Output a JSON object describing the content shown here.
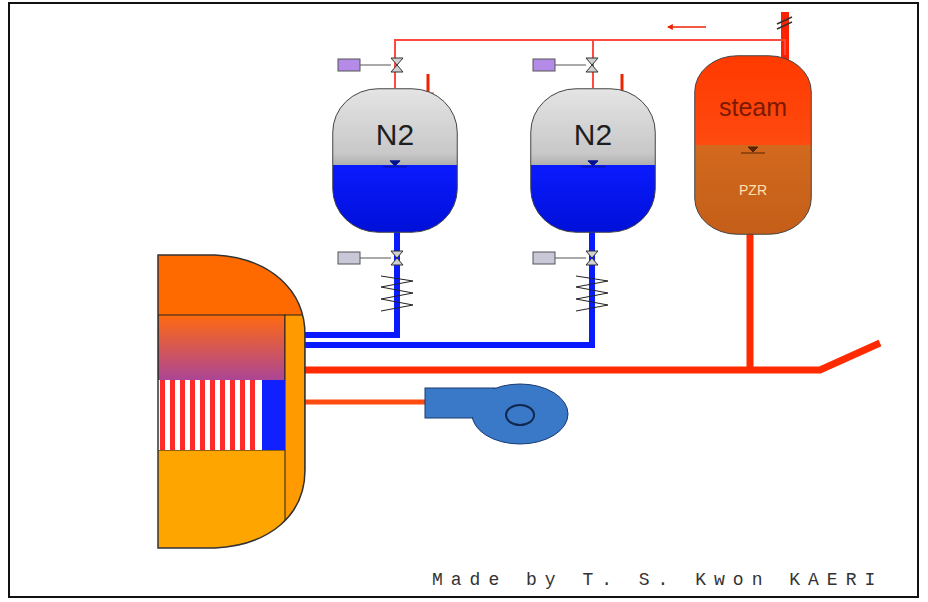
{
  "diagram": {
    "nodes": [
      {
        "text": [
          "N2"
        ]
      },
      {
        "text": [
          "N2"
        ]
      },
      {
        "text": [
          "steam",
          "PZR"
        ]
      }
    ],
    "edges": [
      {
        "from": 2,
        "to": 0,
        "arrow": "none"
      },
      {
        "from": 2,
        "to": 1,
        "arrow": "none"
      }
    ],
    "labels": [
      "Made by T. S. Kwon KAERI"
    ]
  }
}
